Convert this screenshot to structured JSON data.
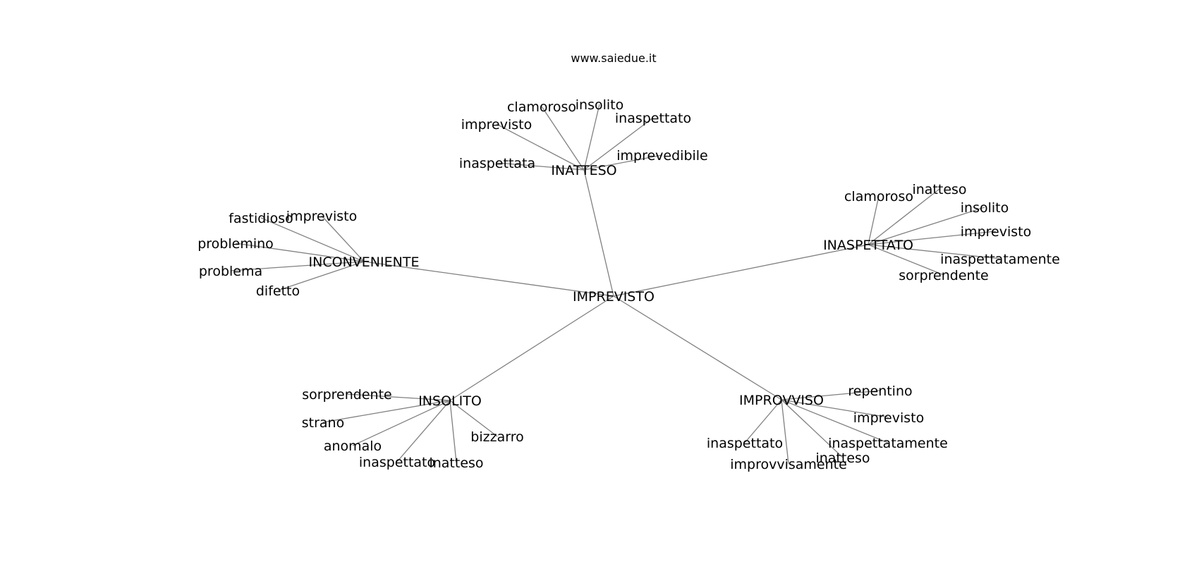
{
  "site_label": "www.saiedue.it",
  "graph": {
    "center": "IMPREVISTO",
    "hubs": [
      {
        "id": "inatteso",
        "label": "INATTESO",
        "leaves": [
          "clamoroso",
          "insolito",
          "imprevisto",
          "inaspettato",
          "inaspettata",
          "imprevedibile"
        ]
      },
      {
        "id": "inconveniente",
        "label": "INCONVENIENTE",
        "leaves": [
          "fastidioso",
          "imprevisto",
          "problemino",
          "problema",
          "difetto"
        ]
      },
      {
        "id": "inaspettato",
        "label": "INASPETTATO",
        "leaves": [
          "clamoroso",
          "inatteso",
          "insolito",
          "imprevisto",
          "inaspettatamente",
          "sorprendente"
        ]
      },
      {
        "id": "insolito",
        "label": "INSOLITO",
        "leaves": [
          "sorprendente",
          "strano",
          "anomalo",
          "inaspettato",
          "inatteso",
          "bizzarro"
        ]
      },
      {
        "id": "improvviso",
        "label": "IMPROVVISO",
        "leaves": [
          "repentino",
          "imprevisto",
          "inaspettatamente",
          "inaspettato",
          "inatteso",
          "improvvisamente"
        ]
      }
    ]
  }
}
